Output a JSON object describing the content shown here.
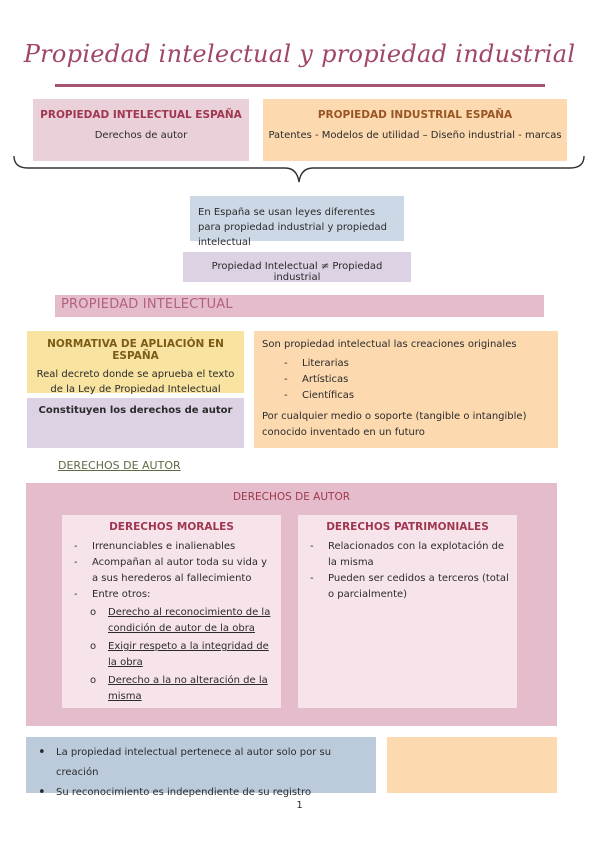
{
  "title": "Propiedad intelectual y propiedad industrial",
  "top_cards": {
    "intelectual": {
      "heading": "PROPIEDAD INTELECTUAL ESPAÑA",
      "text": "Derechos de autor"
    },
    "industrial": {
      "heading": "PROPIEDAD INDUSTRIAL ESPAÑA",
      "text": "Patentes -  Modelos de utilidad – Diseño industrial - marcas"
    }
  },
  "notes": {
    "leyes": "En España se usan leyes diferentes para propiedad industrial y propiedad intelectual",
    "distinto": "Propiedad Intelectual ≠ Propiedad industrial"
  },
  "section_title": "PROPIEDAD INTELECTUAL",
  "normativa": {
    "heading": "NORMATIVA DE APLIACIÓN EN ESPAÑA",
    "text": "Real decreto donde se aprueba el texto de la Ley de Propiedad Intelectual"
  },
  "constituyen": "Constituyen los derechos de autor",
  "creaciones": {
    "intro": "Son propiedad intelectual las creaciones originales",
    "items": [
      "Literarias",
      "Artísticas",
      "Científicas"
    ],
    "outro": "Por cualquier medio o soporte (tangible o intangible) conocido inventado en un futuro"
  },
  "derechos_link": "DERECHOS DE AUTOR",
  "derechos_box": {
    "heading": "DERECHOS DE AUTOR",
    "morales": {
      "heading": "DERECHOS MORALES",
      "items": [
        "Irrenunciables e inalienables",
        "Acompañan al autor toda su vida y a sus herederos al fallecimiento",
        "Entre otros:"
      ],
      "subitems": [
        "Derecho al reconocimiento de la condición de autor de la obra",
        "Exigir respeto a la integridad de la obra",
        "Derecho a la no alteración de la misma"
      ]
    },
    "patrimoniales": {
      "heading": "DERECHOS PATRIMONIALES",
      "items": [
        "Relacionados con la explotación de la misma",
        "Pueden ser cedidos a terceros (total o parcialmente)"
      ]
    }
  },
  "bottom_notes": [
    "La propiedad intelectual pertenece al autor solo por su creación",
    "Su reconocimiento es independiente de su registro"
  ],
  "page_number": "1",
  "colors": {
    "title": "#a0466a",
    "pink": "#ead1d9",
    "orange": "#fcd9ae",
    "blue": "#ccd8e6",
    "lavender": "#dcd2e3",
    "yellow": "#f9e3a0",
    "mauve": "#e4bccb"
  }
}
